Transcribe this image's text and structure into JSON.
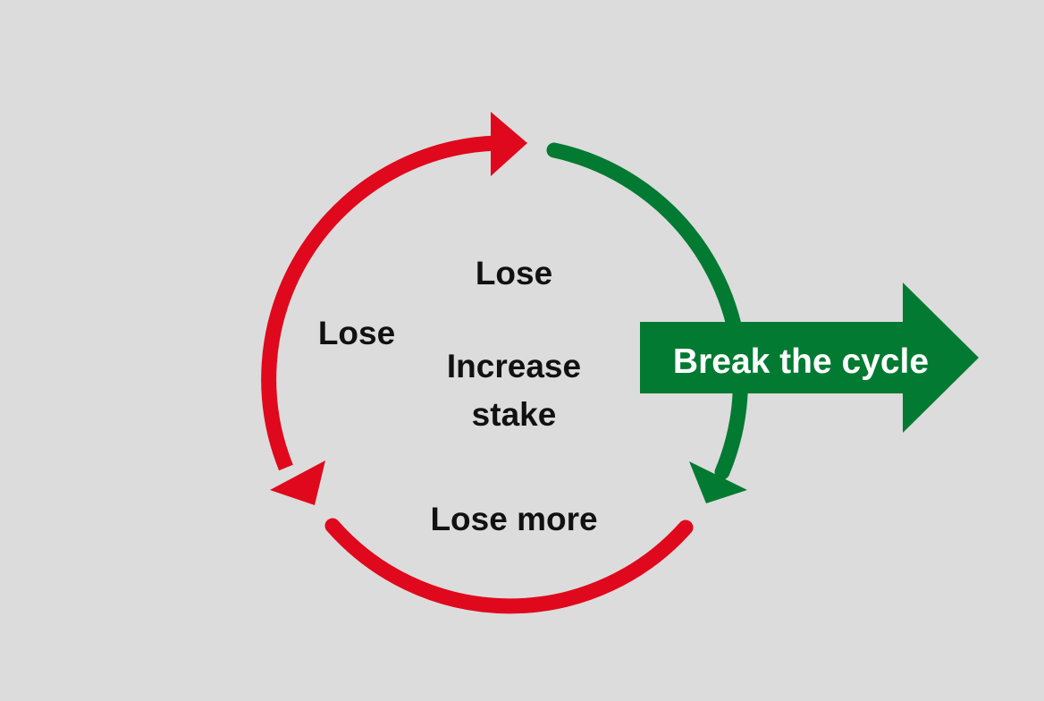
{
  "colors": {
    "background": "#dcdcdc",
    "loop": "#e0081c",
    "exit": "#027a32",
    "text": "#111111",
    "exit_text": "#ffffff"
  },
  "cycle": {
    "top_label": "Lose",
    "left_label": "Lose",
    "center_label_line1": "Increase",
    "center_label_line2": "stake",
    "bottom_label": "Lose more"
  },
  "exit_arrow": {
    "label": "Break the cycle"
  }
}
